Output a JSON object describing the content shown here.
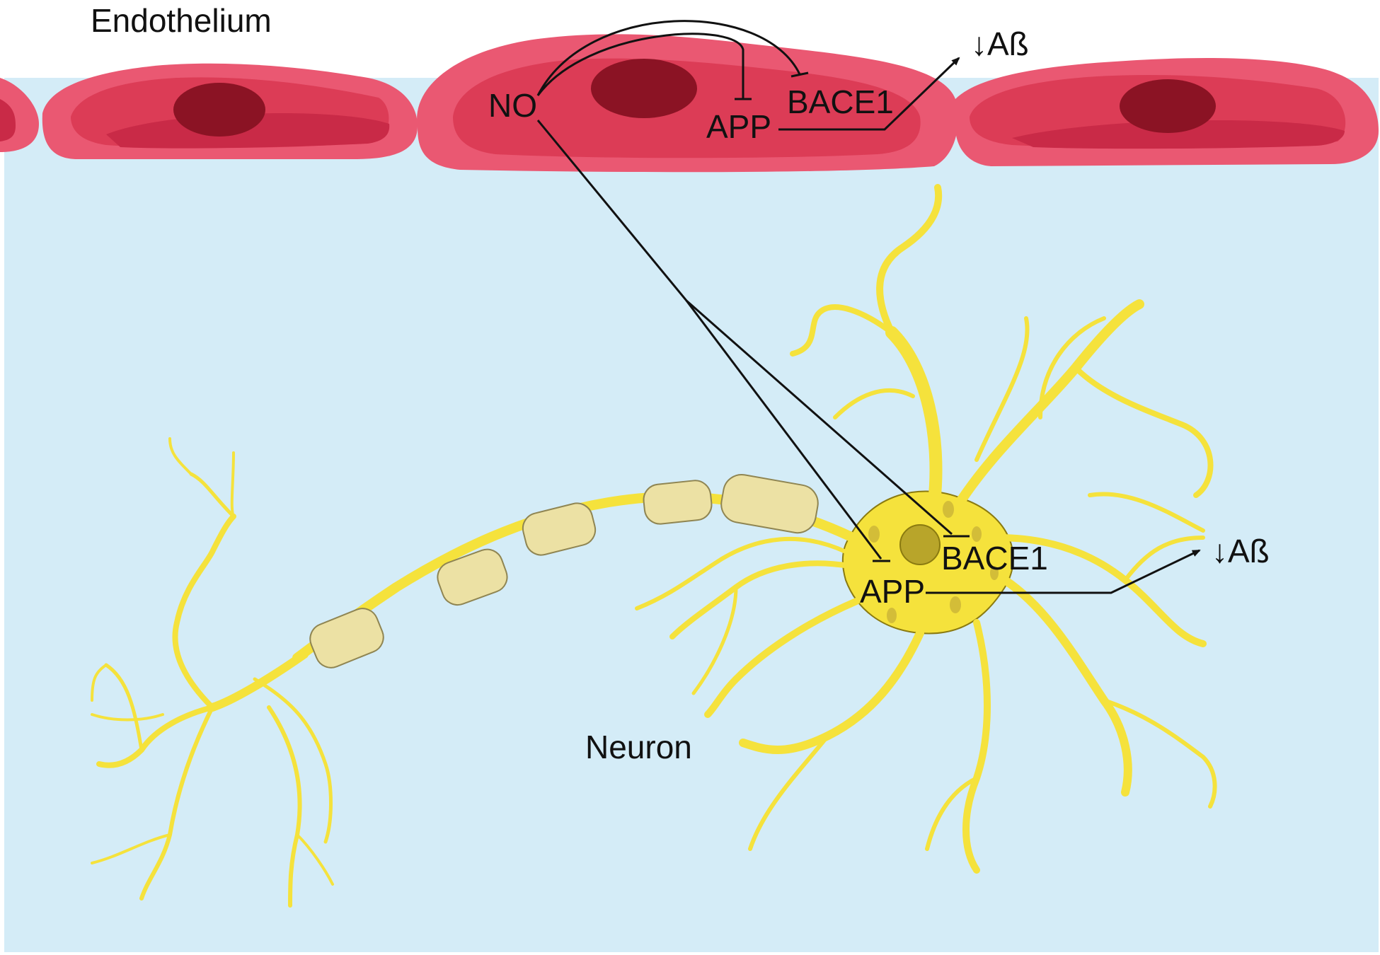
{
  "colors": {
    "background": "#d4ecf7",
    "endothelium_outer": "#ea5872",
    "endothelium_mid": "#dc3c56",
    "endothelium_inner": "#c92a47",
    "nucleus_endothelial": "#8b1324",
    "neuron": "#f5e23c",
    "neuron_outline": "#8a7a10",
    "myelin": "#ece1a4",
    "myelin_outline": "#8f8552",
    "neuron_nucleus": "#b8a52a",
    "arrow": "#111111"
  },
  "labels": {
    "endothelium": "Endothelium",
    "neuron": "Neuron"
  },
  "endothelial_pathway": {
    "source": "NO",
    "target_app": "APP",
    "target_bace1": "BACE1",
    "effect": "↓Aß"
  },
  "neuronal_pathway": {
    "target_app": "APP",
    "target_bace1": "BACE1",
    "effect": "↓Aß"
  },
  "edges": [
    {
      "from": "NO",
      "to": "APP (endothelium)",
      "type": "inhibition"
    },
    {
      "from": "NO",
      "to": "BACE1 (endothelium)",
      "type": "inhibition"
    },
    {
      "from": "APP (endothelium)",
      "to": "↓Aß",
      "type": "activation"
    },
    {
      "from": "NO",
      "to": "APP (neuron)",
      "type": "inhibition"
    },
    {
      "from": "NO",
      "to": "BACE1 (neuron)",
      "type": "inhibition"
    },
    {
      "from": "APP (neuron)",
      "to": "↓Aß",
      "type": "activation"
    }
  ]
}
